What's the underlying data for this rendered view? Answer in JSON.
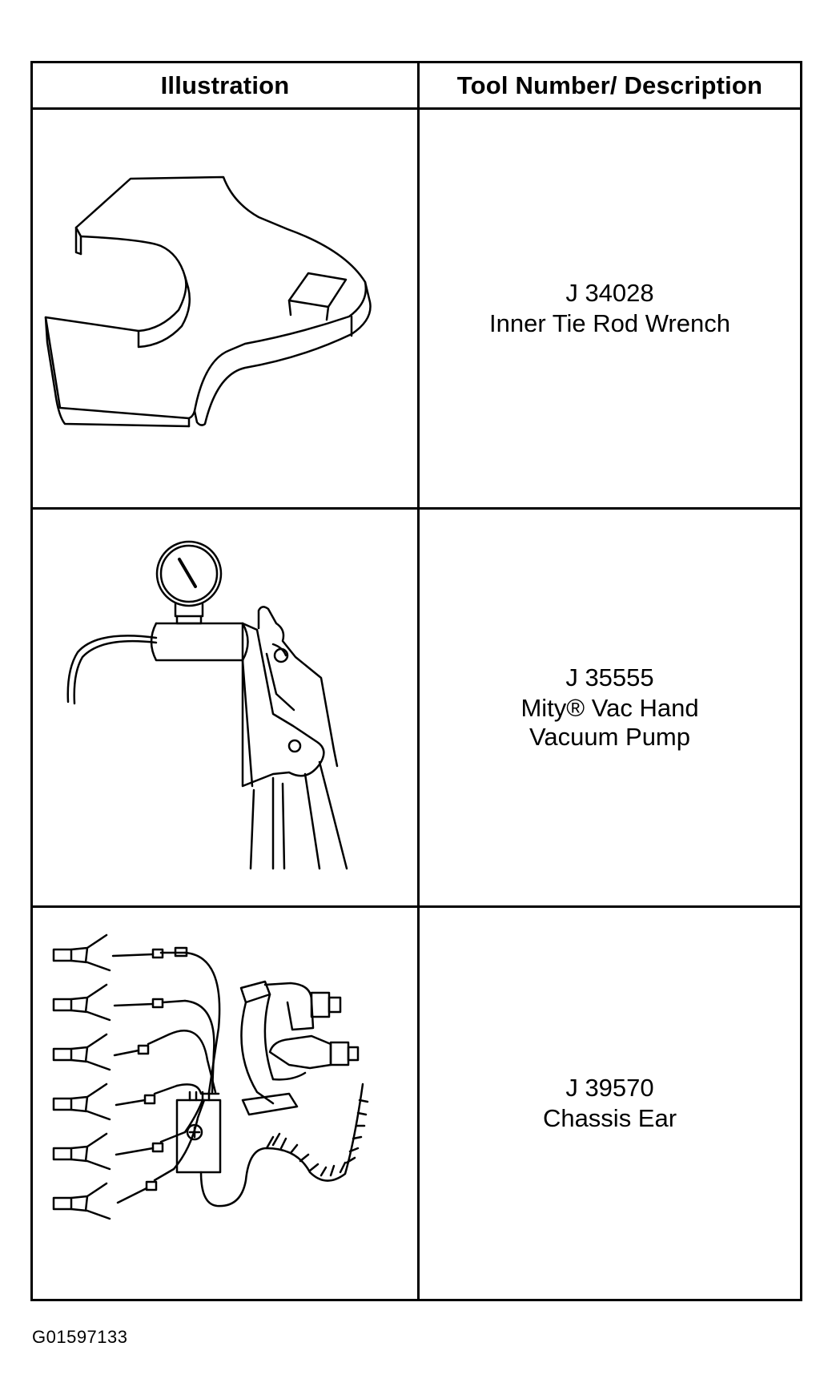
{
  "table": {
    "headers": {
      "illustration": "Illustration",
      "description": "Tool Number/ Description"
    },
    "rows": [
      {
        "tool_number": "J 34028",
        "description_lines": [
          "Inner Tie Rod Wrench"
        ],
        "illustration": "inner-tie-rod-wrench"
      },
      {
        "tool_number": "J 35555",
        "description_lines": [
          "Mity® Vac Hand",
          "Vacuum Pump"
        ],
        "illustration": "vacuum-pump"
      },
      {
        "tool_number": "J 39570",
        "description_lines": [
          "Chassis Ear"
        ],
        "illustration": "chassis-ear"
      }
    ]
  },
  "figure_id": "G01597133"
}
